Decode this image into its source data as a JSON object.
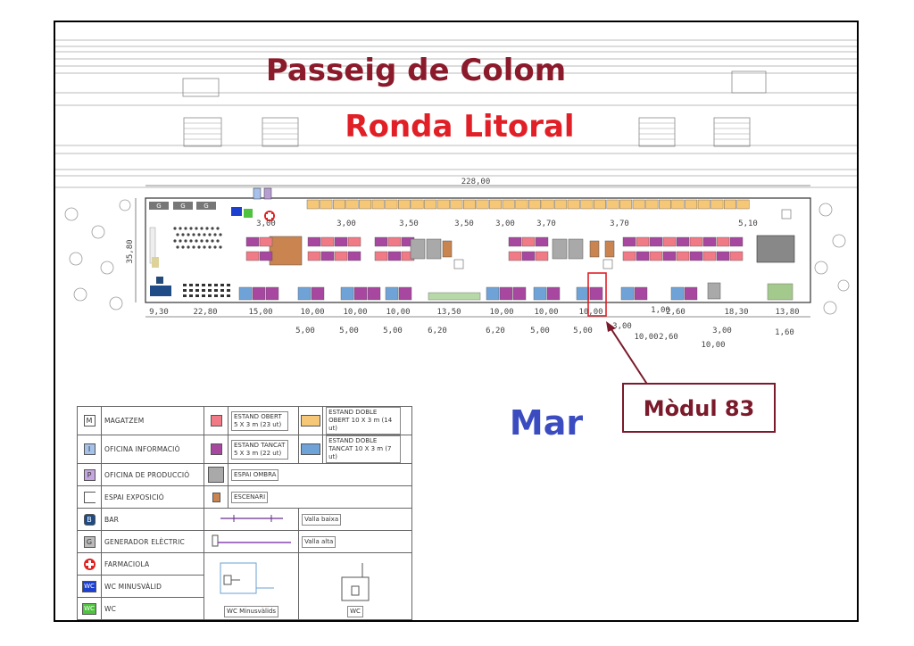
{
  "labels": {
    "street_top": "Passeig de Colom",
    "street_second": "Ronda Litoral",
    "sea": "Mar",
    "module_callout": "Mòdul 83"
  },
  "colors": {
    "street_top": "#8b1a2b",
    "street_second": "#e01f26",
    "sea": "#3b4cc0",
    "callout": "#7a1a2b",
    "stand_open": "#f07a86",
    "stand_double_open": "#f7c778",
    "stand_closed": "#a7479f",
    "stand_double_closed": "#6fa3d8",
    "shade": "#a9a9a9",
    "stage": "#c9844f"
  },
  "dimensions": {
    "total_length": "228,00",
    "height": "35,80",
    "top_row": [
      "3,00",
      "3,00",
      "3,50",
      "3,50",
      "3,00",
      "3,70",
      "3,70",
      "5,10"
    ],
    "bottom_row": [
      "9,30",
      "22,80",
      "15,00",
      "10,00",
      "10,00",
      "10,00",
      "13,50",
      "10,00",
      "10,00",
      "10,00",
      "2,60",
      "18,30",
      "13,80"
    ],
    "lower_row": [
      "5,00",
      "5,00",
      "5,00",
      "6,20",
      "6,20",
      "5,00",
      "5,00",
      "3,00",
      "1,00",
      "10,00",
      "2,60",
      "3,00",
      "10,00",
      "1,60"
    ]
  },
  "legend": {
    "rows": [
      {
        "icon": "M",
        "label": "MAGATZEM"
      },
      {
        "icon": "I",
        "label": "OFICINA INFORMACIÓ"
      },
      {
        "icon": "P",
        "label": "OFICINA DE PRODUCCIÓ"
      },
      {
        "icon": "",
        "label": "ESPAI EXPOSICIÓ"
      },
      {
        "icon": "B",
        "label": "BAR"
      },
      {
        "icon": "G",
        "label": "GENERADOR ELÈCTRIC"
      },
      {
        "icon": "",
        "label": "FARMACIOLA"
      },
      {
        "icon": "WC",
        "label": "WC MINUSVÀLID"
      },
      {
        "icon": "WC",
        "label": "WC"
      }
    ],
    "stand_open": "ESTAND OBERT 5 X 3 m (23 ut)",
    "stand_double_open": "ESTAND DOBLE OBERT 10 X 3 m (14 ut)",
    "stand_closed": "ESTAND TANCAT 5 X 3 m (22 ut)",
    "stand_double_closed": "ESTAND DOBLE TANCAT 10 X 3 m (7 ut)",
    "shade_space": "ESPAI OMBRA",
    "stage": "ESCENARI",
    "fence_low": "Valla baixa",
    "fence_high": "Valla alta",
    "wc_disabled": "WC Minusvàlids",
    "wc": "WC"
  }
}
